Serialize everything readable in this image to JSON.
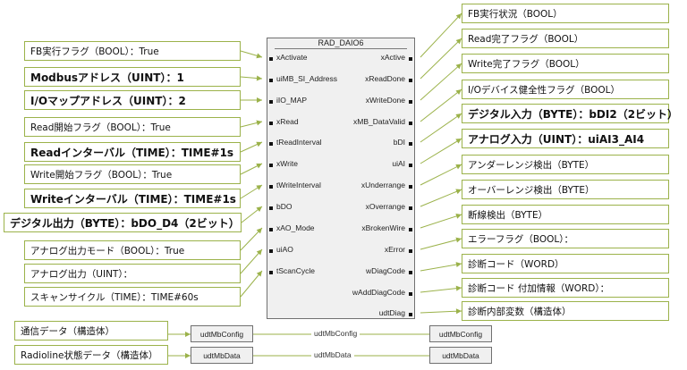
{
  "block": {
    "title": "RAD_DAIO6",
    "inputs": [
      "xActivate",
      "uiMB_SI_Address",
      "iIO_MAP",
      "xRead",
      "tReadInterval",
      "xWrite",
      "tWriteInterval",
      "bDO",
      "xAO_Mode",
      "uiAO",
      "tScanCycle"
    ],
    "outputs": [
      "xActive",
      "xReadDone",
      "xWriteDone",
      "xMB_DataValid",
      "bDI",
      "uiAI",
      "xUnderrange",
      "xOverrange",
      "xBrokenWire",
      "xError",
      "wDiagCode",
      "wAddDiagCode",
      "udtDiag"
    ],
    "inouts": [
      {
        "name": "udtMbConfig",
        "left_box": "udtMbConfig",
        "right_box": "udtMbConfig"
      },
      {
        "name": "udtMbData",
        "left_box": "udtMbData",
        "right_box": "udtMbData"
      }
    ]
  },
  "left_labels": [
    {
      "text": "FB実行フラグ（BOOL）：True",
      "bold": false
    },
    {
      "text": "Modbusアドレス（UINT）：1",
      "bold": true
    },
    {
      "text": "I/Oマップアドレス（UINT）：2",
      "bold": true
    },
    {
      "text": "Read開始フラグ（BOOL）：True",
      "bold": false
    },
    {
      "text": "Readインターバル（TIME）：TIME#1s",
      "bold": true
    },
    {
      "text": "Write開始フラグ（BOOL）：True",
      "bold": false
    },
    {
      "text": "Writeインターバル（TIME）：TIME#1s",
      "bold": true
    },
    {
      "text": "デジタル出力（BYTE）：bDO_D4（2ビット）",
      "bold": true
    },
    {
      "text": "アナログ出力モード（BOOL）：True",
      "bold": false
    },
    {
      "text": "アナログ出力（UINT）：",
      "bold": false
    },
    {
      "text": "スキャンサイクル（TIME）：TIME#60s",
      "bold": false
    },
    {
      "text": "通信データ（構造体）",
      "bold": false
    },
    {
      "text": "Radioline状態データ（構造体）",
      "bold": false
    }
  ],
  "right_labels": [
    {
      "text": "FB実行状況（BOOL）",
      "bold": false
    },
    {
      "text": "Read完了フラグ（BOOL）",
      "bold": false
    },
    {
      "text": "Write完了フラグ（BOOL）",
      "bold": false
    },
    {
      "text": "I/Oデバイス健全性フラグ（BOOL）",
      "bold": false
    },
    {
      "text": "デジタル入力（BYTE）：bDI2（2ビット）",
      "bold": true
    },
    {
      "text": "アナログ入力（UINT）：uiAI3_AI4",
      "bold": true
    },
    {
      "text": "アンダーレンジ検出（BYTE）",
      "bold": false
    },
    {
      "text": "オーバーレンジ検出（BYTE）",
      "bold": false
    },
    {
      "text": "断線検出（BYTE）",
      "bold": false
    },
    {
      "text": "エラーフラグ（BOOL）：",
      "bold": false
    },
    {
      "text": "診断コード（WORD）",
      "bold": false
    },
    {
      "text": "診断コード 付加情報（WORD）：",
      "bold": false
    },
    {
      "text": "診断内部変数（構造体）",
      "bold": false
    }
  ]
}
